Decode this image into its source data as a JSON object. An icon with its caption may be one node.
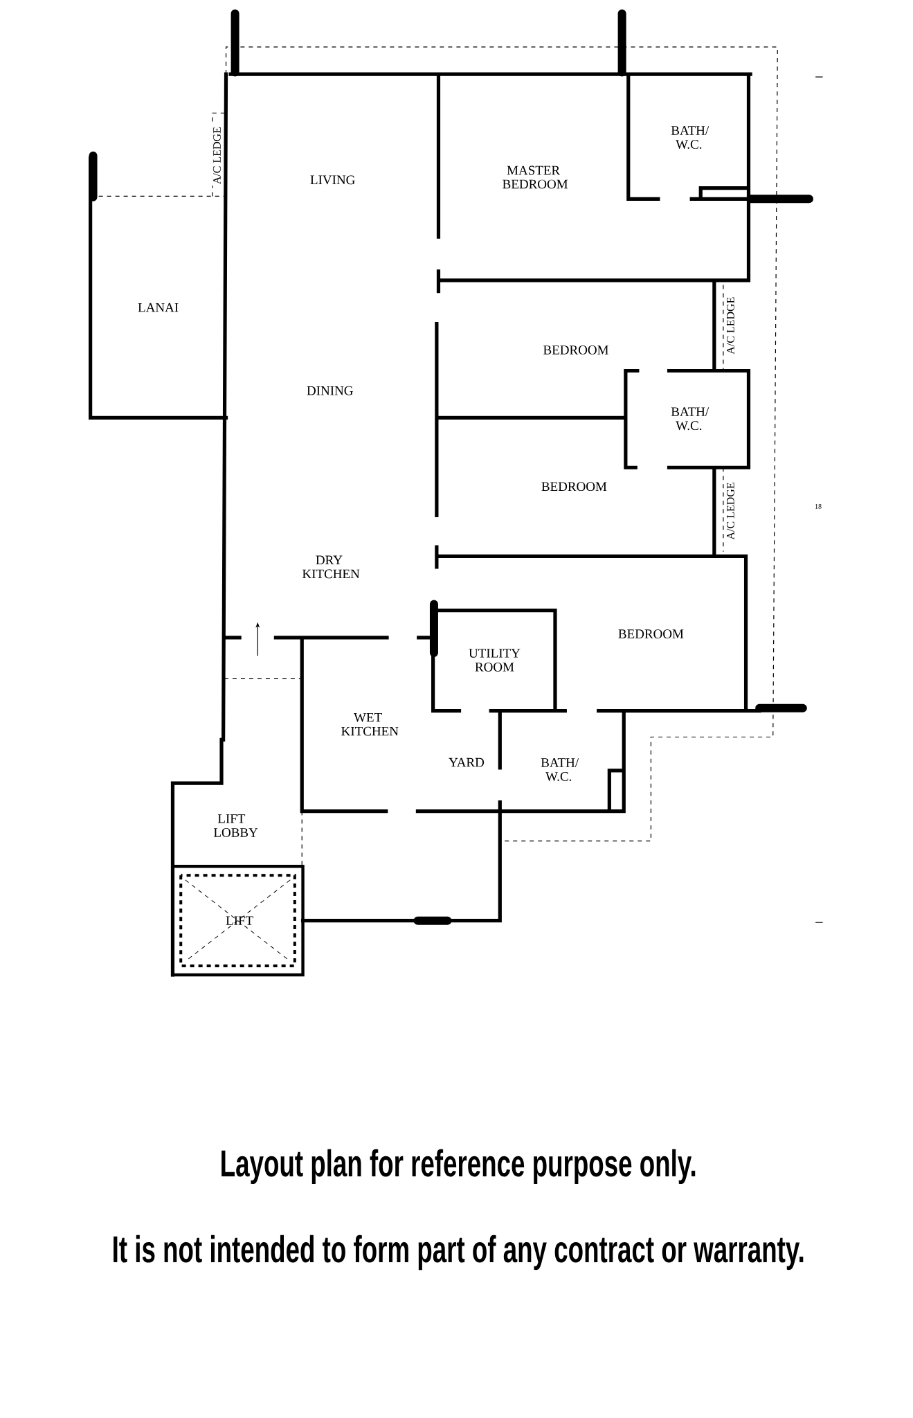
{
  "diagram": {
    "labels": [
      "LIVING",
      "MASTER BEDROOM",
      "BATH/ W.C.",
      "A/C LEDGE",
      "LANAI",
      "A/C LEDGE",
      "BEDROOM",
      "DINING",
      "BATH/ W.C.",
      "BEDROOM",
      "A/C LEDGE",
      "18",
      "DRY KITCHEN",
      "UTILITY ROOM",
      "BEDROOM",
      "WET KITCHEN",
      "YARD",
      "BATH/ W.C.",
      "LIFT LOBBY",
      "LIFT",
      "Layout plan for reference purpose only.",
      "It is not intended to form part of any contract or warranty."
    ]
  }
}
